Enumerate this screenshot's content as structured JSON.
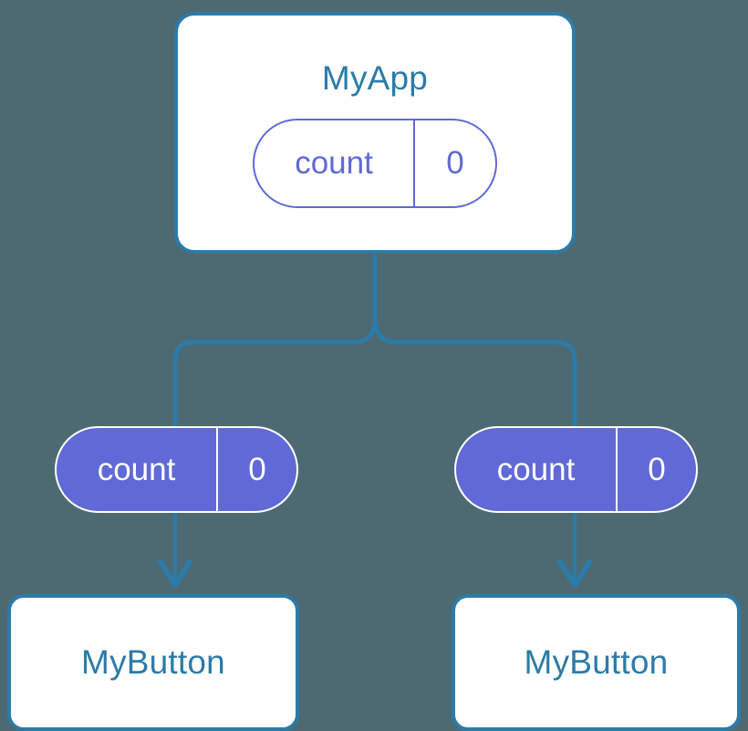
{
  "diagram": {
    "title_visible": false,
    "background_color": "#4d6a73",
    "accent_blue": "#2c7ba8",
    "accent_purple": "#6069d6",
    "wire_color": "#2c7ba8"
  },
  "root": {
    "component_label": "MyApp",
    "state": {
      "key": "count",
      "value": "0"
    }
  },
  "children": [
    {
      "state": {
        "key": "count",
        "value": "0"
      },
      "component_label": "MyButton"
    },
    {
      "state": {
        "key": "count",
        "value": "0"
      },
      "component_label": "MyButton"
    }
  ],
  "icons": {
    "branch": "tree-branch-connector",
    "arrow": "arrow-down-icon"
  }
}
